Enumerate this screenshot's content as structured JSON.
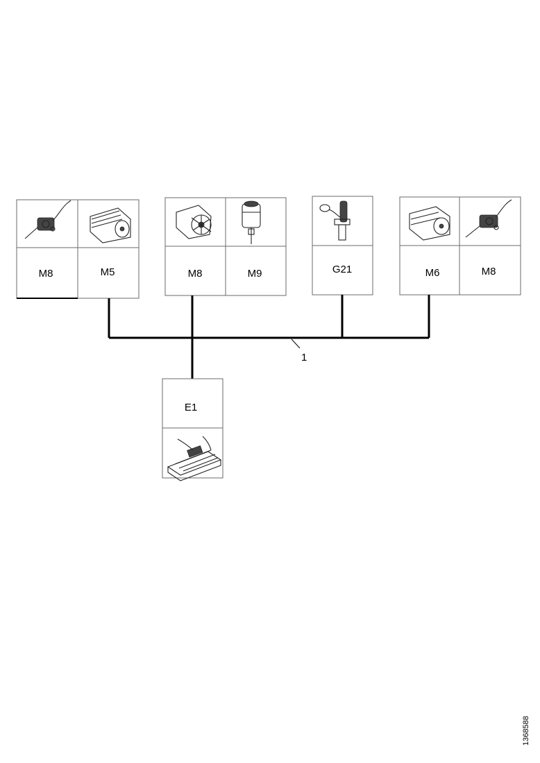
{
  "groups": [
    {
      "modules": [
        {
          "label": "M8",
          "icon": "servo-motor-icon"
        },
        {
          "label": "M5",
          "icon": "blower-motor-icon"
        }
      ]
    },
    {
      "modules": [
        {
          "label": "M8",
          "icon": "fan-motor-icon"
        },
        {
          "label": "M9",
          "icon": "pump-motor-icon"
        }
      ]
    },
    {
      "modules": [
        {
          "label": "G21",
          "icon": "sensor-icon"
        }
      ]
    },
    {
      "modules": [
        {
          "label": "M6",
          "icon": "blower-motor-icon"
        },
        {
          "label": "M8",
          "icon": "servo-motor-icon"
        }
      ]
    }
  ],
  "control_unit": {
    "label": "E1",
    "icon": "control-unit-icon"
  },
  "bus_callout": "1",
  "document_id": "1368588"
}
